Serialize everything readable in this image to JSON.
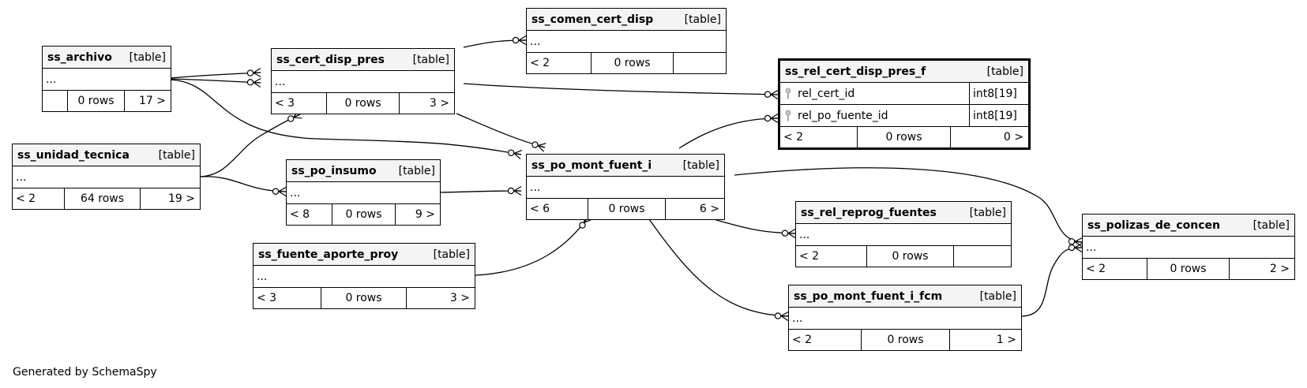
{
  "tables": [
    {
      "id": "ss_archivo",
      "name": "ss_archivo",
      "kind": "[table]",
      "body": "...",
      "parents": "",
      "rows": "0 rows",
      "children": "17 >"
    },
    {
      "id": "ss_cert_disp_pres",
      "name": "ss_cert_disp_pres",
      "kind": "[table]",
      "body": "...",
      "parents": "< 3",
      "rows": "0 rows",
      "children": "3 >"
    },
    {
      "id": "ss_comen_cert_disp",
      "name": "ss_comen_cert_disp",
      "kind": "[table]",
      "body": "...",
      "parents": "< 2",
      "rows": "0 rows",
      "children": ""
    },
    {
      "id": "ss_rel_cert_disp_pres_f",
      "name": "ss_rel_cert_disp_pres_f",
      "kind": "[table]",
      "focus": true,
      "columns": [
        {
          "name": "rel_cert_id",
          "type": "int8[19]",
          "icon": "key-icon"
        },
        {
          "name": "rel_po_fuente_id",
          "type": "int8[19]",
          "icon": "key-icon"
        }
      ],
      "parents": "< 2",
      "rows": "0 rows",
      "children": "0 >"
    },
    {
      "id": "ss_unidad_tecnica",
      "name": "ss_unidad_tecnica",
      "kind": "[table]",
      "body": "...",
      "parents": "< 2",
      "rows": "64 rows",
      "children": "19 >"
    },
    {
      "id": "ss_po_insumo",
      "name": "ss_po_insumo",
      "kind": "[table]",
      "body": "...",
      "parents": "< 8",
      "rows": "0 rows",
      "children": "9 >"
    },
    {
      "id": "ss_po_mont_fuent_i",
      "name": "ss_po_mont_fuent_i",
      "kind": "[table]",
      "body": "...",
      "parents": "< 6",
      "rows": "0 rows",
      "children": "6 >"
    },
    {
      "id": "ss_rel_reprog_fuentes",
      "name": "ss_rel_reprog_fuentes",
      "kind": "[table]",
      "body": "...",
      "parents": "< 2",
      "rows": "0 rows",
      "children": ""
    },
    {
      "id": "ss_polizas_de_concen",
      "name": "ss_polizas_de_concen",
      "kind": "[table]",
      "body": "...",
      "parents": "< 2",
      "rows": "0 rows",
      "children": "2 >"
    },
    {
      "id": "ss_fuente_aporte_proy",
      "name": "ss_fuente_aporte_proy",
      "kind": "[table]",
      "body": "...",
      "parents": "< 3",
      "rows": "0 rows",
      "children": "3 >"
    },
    {
      "id": "ss_po_mont_fuent_i_fcm",
      "name": "ss_po_mont_fuent_i_fcm",
      "kind": "[table]",
      "body": "...",
      "parents": "< 2",
      "rows": "0 rows",
      "children": "1 >"
    }
  ],
  "relationships": [
    {
      "from": "ss_archivo",
      "to": "ss_cert_disp_pres"
    },
    {
      "from": "ss_archivo",
      "to": "ss_cert_disp_pres"
    },
    {
      "from": "ss_archivo",
      "to": "ss_po_mont_fuent_i"
    },
    {
      "from": "ss_unidad_tecnica",
      "to": "ss_cert_disp_pres"
    },
    {
      "from": "ss_unidad_tecnica",
      "to": "ss_po_insumo"
    },
    {
      "from": "ss_cert_disp_pres",
      "to": "ss_comen_cert_disp"
    },
    {
      "from": "ss_cert_disp_pres",
      "to": "ss_rel_cert_disp_pres_f"
    },
    {
      "from": "ss_cert_disp_pres",
      "to": "ss_po_mont_fuent_i"
    },
    {
      "from": "ss_po_insumo",
      "to": "ss_po_mont_fuent_i"
    },
    {
      "from": "ss_fuente_aporte_proy",
      "to": "ss_po_mont_fuent_i"
    },
    {
      "from": "ss_po_mont_fuent_i",
      "to": "ss_rel_cert_disp_pres_f"
    },
    {
      "from": "ss_po_mont_fuent_i",
      "to": "ss_rel_reprog_fuentes"
    },
    {
      "from": "ss_po_mont_fuent_i",
      "to": "ss_po_mont_fuent_i_fcm"
    },
    {
      "from": "ss_po_mont_fuent_i",
      "to": "ss_polizas_de_concen"
    },
    {
      "from": "ss_po_mont_fuent_i_fcm",
      "to": "ss_polizas_de_concen"
    }
  ],
  "footer": {
    "credit": "Generated by SchemaSpy"
  }
}
